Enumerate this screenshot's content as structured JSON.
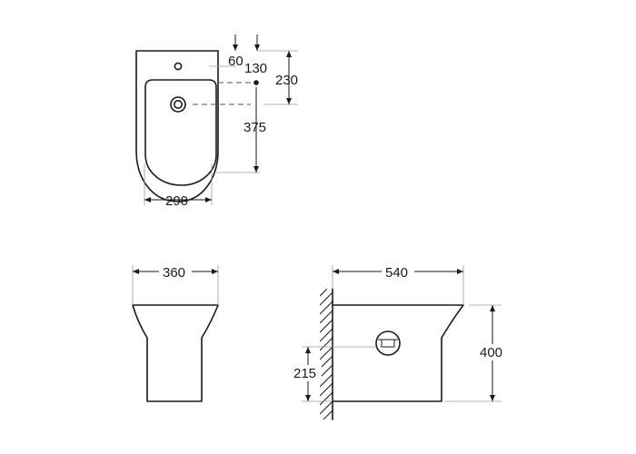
{
  "drawing": {
    "top_view": {
      "dim_tap_offset": "60",
      "dim_tap_to_waste": "130",
      "dim_front_to_waste": "230",
      "dim_waste_to_rear": "375",
      "dim_width": "290"
    },
    "front_view": {
      "dim_width": "360"
    },
    "side_view": {
      "dim_depth": "540",
      "dim_height": "400",
      "dim_waste_height": "215"
    },
    "colors": {
      "line": "#1a1a1a",
      "extension": "#9a9a9a",
      "hatch": "#1a1a1a"
    }
  }
}
